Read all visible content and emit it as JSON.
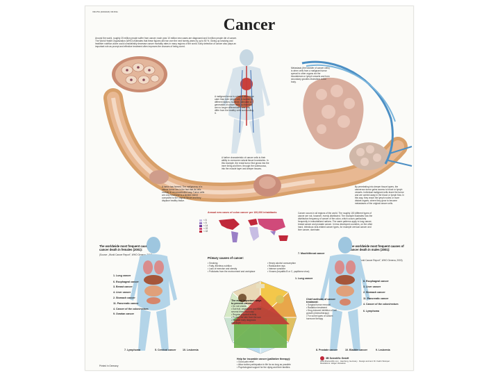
{
  "poster": {
    "code": "VR1754 (4001623) VR1511",
    "title": "Cancer",
    "intro": "Around the world, roughly 20 million people suffer from cancer; each year 10 million new cases are diagnosed and 6 million people die of cancer. The World Health Organization (WHO) estimates that these figures will rise over the next twenty years by up to 50 %. Giving up smoking and healthier nutrition alone could considerably decrease cancer mortality rates in many regions of the world. Early detection of cancer also plays an important role as prompt and effective treatment often improves the chances of being cured.",
    "text_tumor": "A malignant tumor is a tissue often ringe cater than ever single cell. A number of different factors, however, stimulate a generation of cancer cells, so that they are no longer differentiated and they differ from the healthy cells surrounding it.",
    "text_metastasis": "Metastasis (the transfer of cancer cells) is when cells from a malignant tumor spread to other organs via the bloodstream or lymph vessels and form secondary growths elsewhere in the body.",
    "text_invasion": "A further characteristic of cancer cells is their ability to overcome natural tissue boundaries. In this example, the rectal tumor first grows into the inner lining and then, through the submucosa, into the muscle layer and deeper tissues.",
    "text_polyp": "A tumor has formed. The malignancy of a cancer tumor lies in the fact that its cells multiply in an uncontrolled way. Tumor cells are only functional to a limited extent compared to the original tissue and they displace healthy tissue.",
    "text_spread": "By penetrating into deeper tissue layers, the cancerous tumor gains access to blood or lymph vessels. Individual malignant cells leave the tumor and are carried away in the blood or lymph flow. In this way, they reach the lymph nodes or more distant organs, where they grow to become metastases of the original cancer cells.",
    "map_title": "Annual new cases of colon cancer per 100,000 inhabitants",
    "map_legend": [
      "< 6",
      "< 8",
      "< 14",
      "< 22",
      "< 42"
    ],
    "map_text": "Cancer occurs in all regions of the world. The roughly 100 different types of cancer are not, however, evenly distributed. The example illustrates how the distribution frequency of cancer of the colon, which occurs particularly frequently in industrialized nations. The same patterns apply to lung cancer, breast cancer and prostate cancer. In less developed countries, on the other hand, infectious viral-related cancer types, for example cervical cancer and liver cancer, dominate.",
    "females_title": "The worldwide most frequent causes of cancer death in females (2001):",
    "females_source": "(Source: „World Cancer Report\", WHO Geneva, 2003)",
    "females_labels": [
      "1. Lung cancer",
      "6. Esophageal cancer",
      "3. Breast cancer",
      "4. Liver cancer",
      "2. Stomach cancer",
      "11. Pancreatic cancer",
      "4. Cancer of the colon/rectum",
      "9. Ovarian cancer",
      "7. Lymphoma",
      "5. Cervical cancer",
      "10. Leukemia"
    ],
    "males_title": "The worldwide most frequent causes of cancer death in males (2001):",
    "males_source": "(Source: „World Cancer Report\", WHO Geneva, 2003)",
    "males_labels": [
      "7. Mouth/throat cancer",
      "1. Lung cancer",
      "8. Esophageal cancer",
      "3. Liver cancer",
      "2. Stomach cancer",
      "11. Pancreatic cancer",
      "4. Cancer of the colon/rectum",
      "6. Lymphoma",
      "8. Prostate cancer",
      "10. Bladder cancer",
      "9. Leukemia"
    ],
    "causes_title": "Primary causes of cancer:",
    "causes_left": [
      "• Smoking",
      "• Fatty, fiberless nutrition",
      "• Lack of exercise and obesity",
      "• Pollutants from the environment and workplace"
    ],
    "causes_right": [
      "• Heavy alcohol consumption",
      "• Radioactive rays",
      "• Intense sunshine",
      "• Viruses (hepatitis B or C, papilloma virus)"
    ],
    "prevent_title": "The most important ways to prevent cancer:",
    "prevent_items": [
      "• Do not smoke",
      "• Eat fruit, vegetables and fiber several times each day",
      "• Regular physical activity",
      "• Protect the skin from the sun",
      "• Regular early diagnosis checkups"
    ],
    "therapy_title": "Chief methods of cancer treatment:",
    "therapy_items": [
      "• Surgical tumor removal",
      "• Radiation treatment",
      "• Drug-induced inhibition of cell growth (chemotherapy)",
      "• For some types of cancer: hormone therapy"
    ],
    "palliative_title": "Help for incurable cancer (palliative therapy):",
    "palliative_items": [
      "• Good pain relief",
      "• Allow active participation in life for as long as possible",
      "• Psychological support for the dying and their families"
    ],
    "printed": "Printed in Germany",
    "publisher": "3B Scientific GmbH",
    "publisher_info": "www.3bscientific.com · Hamburg, Germany · Design and text: Dr. Katrin Stümpel · Illustrations: Holger Vanselow",
    "colors": {
      "background": "#fbfbf8",
      "skin": "#e6b48a",
      "tumor": "#d8a898",
      "body_blue": "#9ec6df",
      "text": "#222222"
    }
  }
}
